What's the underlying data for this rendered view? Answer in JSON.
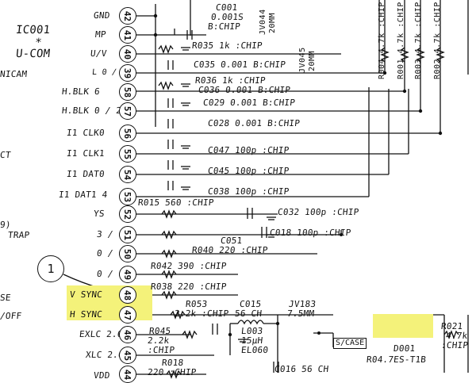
{
  "ic": {
    "ref": "IC001",
    "star": "*",
    "name": "U-COM"
  },
  "left_fragments": [
    "NICAM",
    "CT",
    "9)",
    "TRAP",
    "SE",
    "/OFF"
  ],
  "pins": [
    {
      "num": "42",
      "label": "GND"
    },
    {
      "num": "41",
      "label": "MP"
    },
    {
      "num": "40",
      "label": "U/V"
    },
    {
      "num": "39",
      "label": "L  0 / 1"
    },
    {
      "num": "58",
      "label": "H.BLK  6"
    },
    {
      "num": "57",
      "label": "H.BLK  0 / 2"
    },
    {
      "num": "56",
      "label": "I1 CLK0"
    },
    {
      "num": "55",
      "label": "I1 CLK1"
    },
    {
      "num": "54",
      "label": "I1 DAT0"
    },
    {
      "num": "53",
      "label": "I1 DAT1  4"
    },
    {
      "num": "52",
      "label": "YS"
    },
    {
      "num": "51",
      "label": "3 / 0"
    },
    {
      "num": "50",
      "label": "0 / 6"
    },
    {
      "num": "49",
      "label": "0 / 0"
    },
    {
      "num": "48",
      "label": "V SYNC"
    },
    {
      "num": "47",
      "label": "H SYNC"
    },
    {
      "num": "46",
      "label": "EXLC  2.6"
    },
    {
      "num": "45",
      "label": "XLC  2.6"
    },
    {
      "num": "44",
      "label": "VDD"
    }
  ],
  "components": [
    "C001",
    "0.001S",
    "B:CHIP",
    "JV044",
    "20MM",
    "R035 1k :CHIP",
    "JV045",
    "20MM",
    "C035 0.001 B:CHIP",
    "R036 1k :CHIP",
    "C036 0.001 B:CHIP",
    "C029 0.001 B:CHIP",
    "C028 0.001 B:CHIP",
    "C047 100p :CHIP",
    "C045 100p :CHIP",
    "C038 100p :CHIP",
    "R015 560 :CHIP",
    "C032 100p :CHIP",
    "C018 100p :CHIP",
    "C051",
    "R040 220 :CHIP",
    "R042 390 :CHIP",
    "R038 220 :CHIP",
    "R053",
    "2.2k :CHIP",
    "C015",
    "56 CH",
    "JV183",
    "7.5MM",
    "R045",
    "2.2k",
    ":CHIP",
    "L003",
    "15µH",
    "EL060",
    "R018",
    "220 :CHIP",
    "C016 56 CH",
    "D001",
    "R04.7ES-T1B",
    "R021",
    "4.7k",
    ":CHIP"
  ],
  "resistors_vertical": [
    "R004 4.7k :CHIP",
    "R001 4.7k :CHIP",
    "R003 4.7k :CHIP",
    "R002 4.7k :CHIP"
  ],
  "callout": "1",
  "scase": "S/CASE",
  "highlight_color": "#f4f27a"
}
